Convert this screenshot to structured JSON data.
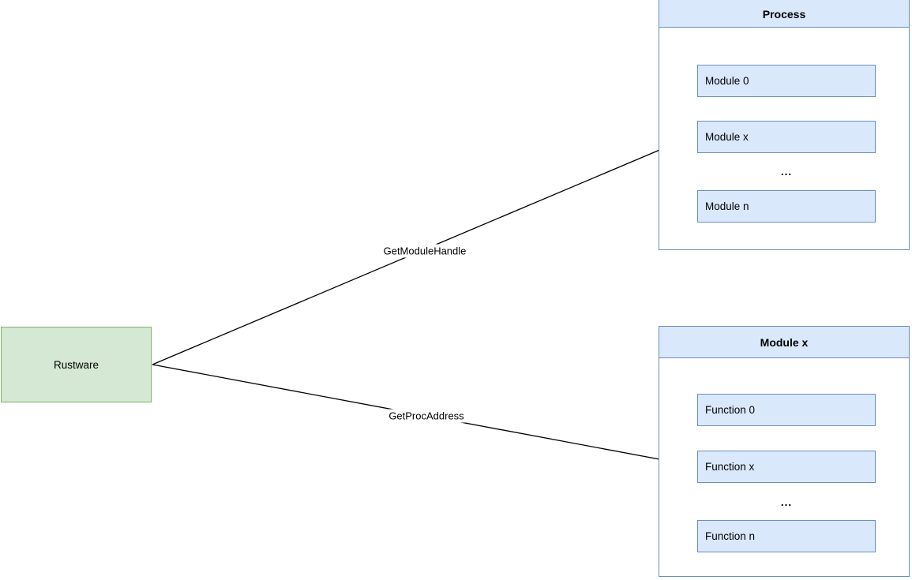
{
  "diagram": {
    "node": {
      "label": "Rustware"
    },
    "edges": [
      {
        "label": "GetModuleHandle",
        "from": "Rustware",
        "to": "Module x"
      },
      {
        "label": "GetProcAddress",
        "from": "Rustware",
        "to": "Function x"
      }
    ],
    "containers": [
      {
        "title": "Process",
        "items": [
          "Module 0",
          "Module x",
          "Module n"
        ],
        "ellipsis": "..."
      },
      {
        "title": "Module x",
        "items": [
          "Function 0",
          "Function x",
          "Function n"
        ],
        "ellipsis": "..."
      }
    ],
    "colors": {
      "node_fill": "#d5e8d4",
      "node_border": "#82b366",
      "item_fill": "#dae8fc",
      "item_border": "#6c8ebf",
      "container_border": "#6c8ebf",
      "header_fill": "#dae8fc",
      "edge_line": "#000000",
      "background": "#ffffff"
    }
  }
}
